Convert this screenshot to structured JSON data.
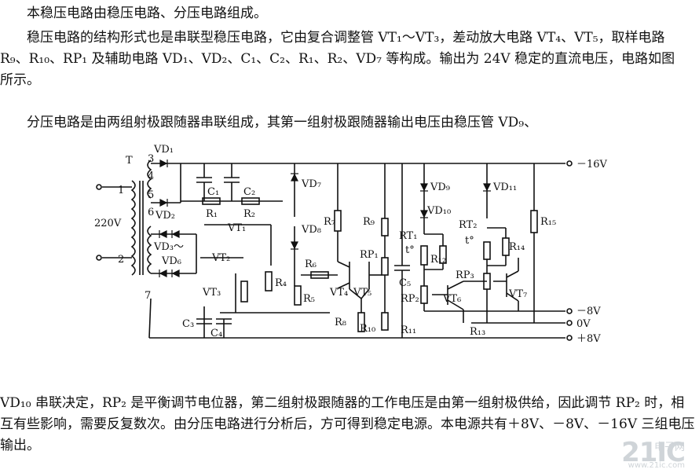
{
  "text": {
    "p1": "本稳压电路由稳压电路、分压电路组成。",
    "p2": "稳压电路的结构形式也是串联型稳压电路，它由复合调整管 VT₁～VT₃，差动放大电路 VT₄、VT₅，取样电路 R₉、R₁₀、RP₁ 及辅助电路 VD₁、VD₂、C₁、C₂、R₁、R₂、VD₇ 等构成。输出为 24V 稳定的直流电压，电路如图　　所示。",
    "p3": "分压电路是由两组射极跟随器串联组成，其第一组射极跟随器输出电压由稳压管 VD₉、",
    "p4": "VD₁₀ 串联决定，RP₂ 是平衡调节电位器，第二组射极跟随器的工作电压是由第一组射极供给，因此调节 RP₂ 时，相互有些影响，需要反复数次。由分压电路进行分析后，方可得到稳定电源。本电源共有＋8V、－8V、－16V 三组电压输出。"
  },
  "circuit": {
    "labels": {
      "T": "T",
      "VD1": "VD₁",
      "VD2": "VD₂",
      "VD3": "VD₃～",
      "VD6": "VD₆",
      "VD7": "VD₇",
      "VD8": "VD₈",
      "VD9": "VD₉",
      "VD10": "VD₁₀",
      "VD11": "VD₁₁",
      "C1": "C₁",
      "C2": "C₂",
      "C3": "C₃",
      "C4": "C₄",
      "C5": "C₅",
      "R1": "R₁",
      "R2": "R₂",
      "R4": "R₄",
      "R5": "R₅",
      "R6": "R₆",
      "R7": "R₇",
      "R8": "R₈",
      "R9": "R₉",
      "R10": "R₁₀",
      "R11": "R₁₁",
      "R12": "R₁₂",
      "R13": "R₁₃",
      "R14": "R₁₄",
      "R15": "R₁₅",
      "RP1": "RP₁",
      "RP2": "RP₂",
      "RP3": "RP₃",
      "RT1": "RT₁",
      "RT2": "RT₂",
      "VT1": "VT₁",
      "VT2": "VT₂",
      "VT3": "VT₃",
      "VT4": "VT₄",
      "VT5": "VT₅",
      "VT6": "VT₆",
      "VT7": "VT₇",
      "ac": "220V",
      "n1": "1",
      "n2": "2",
      "n3": "3",
      "n4": "4",
      "n5": "5",
      "n6": "6",
      "n7": "7",
      "out1": "－16V",
      "out2": "－8V",
      "out3": "0V",
      "out4": "＋8V",
      "tdeg": "t°"
    }
  },
  "watermark": {
    "brand": "21IC",
    "sub": "电子网",
    "url": "www.21ic.com"
  }
}
